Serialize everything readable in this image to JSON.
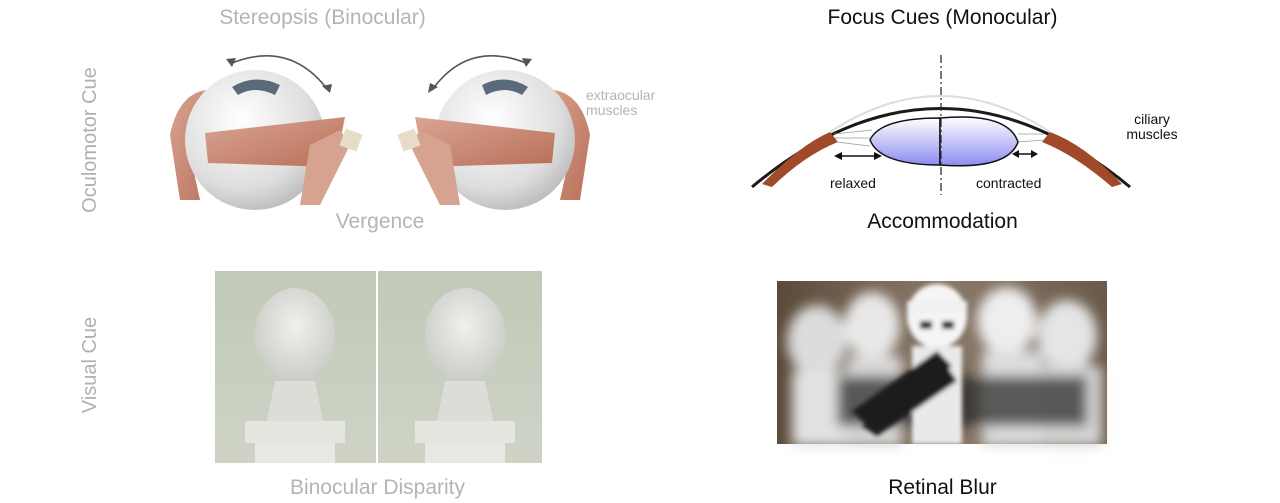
{
  "columns": {
    "binocular_title": "Stereopsis (Binocular)",
    "monocular_title": "Focus Cues (Monocular)"
  },
  "rows": {
    "oculomotor_label": "Oculomotor Cue",
    "visual_label": "Visual Cue"
  },
  "vergence": {
    "caption": "Vergence",
    "muscles_label": "extraocular muscles"
  },
  "accommodation": {
    "caption": "Accommodation",
    "muscles_label": "ciliary muscles",
    "relaxed_label": "relaxed",
    "contracted_label": "contracted"
  },
  "disparity": {
    "caption": "Binocular Disparity"
  },
  "blur": {
    "caption": "Retinal Blur"
  },
  "colors": {
    "muscle": "#c98b73",
    "eye": "#e6e6e6",
    "lens_blue": "#8c8cf0",
    "dark_text": "#111111",
    "faded_text": "#b4b4b4"
  }
}
